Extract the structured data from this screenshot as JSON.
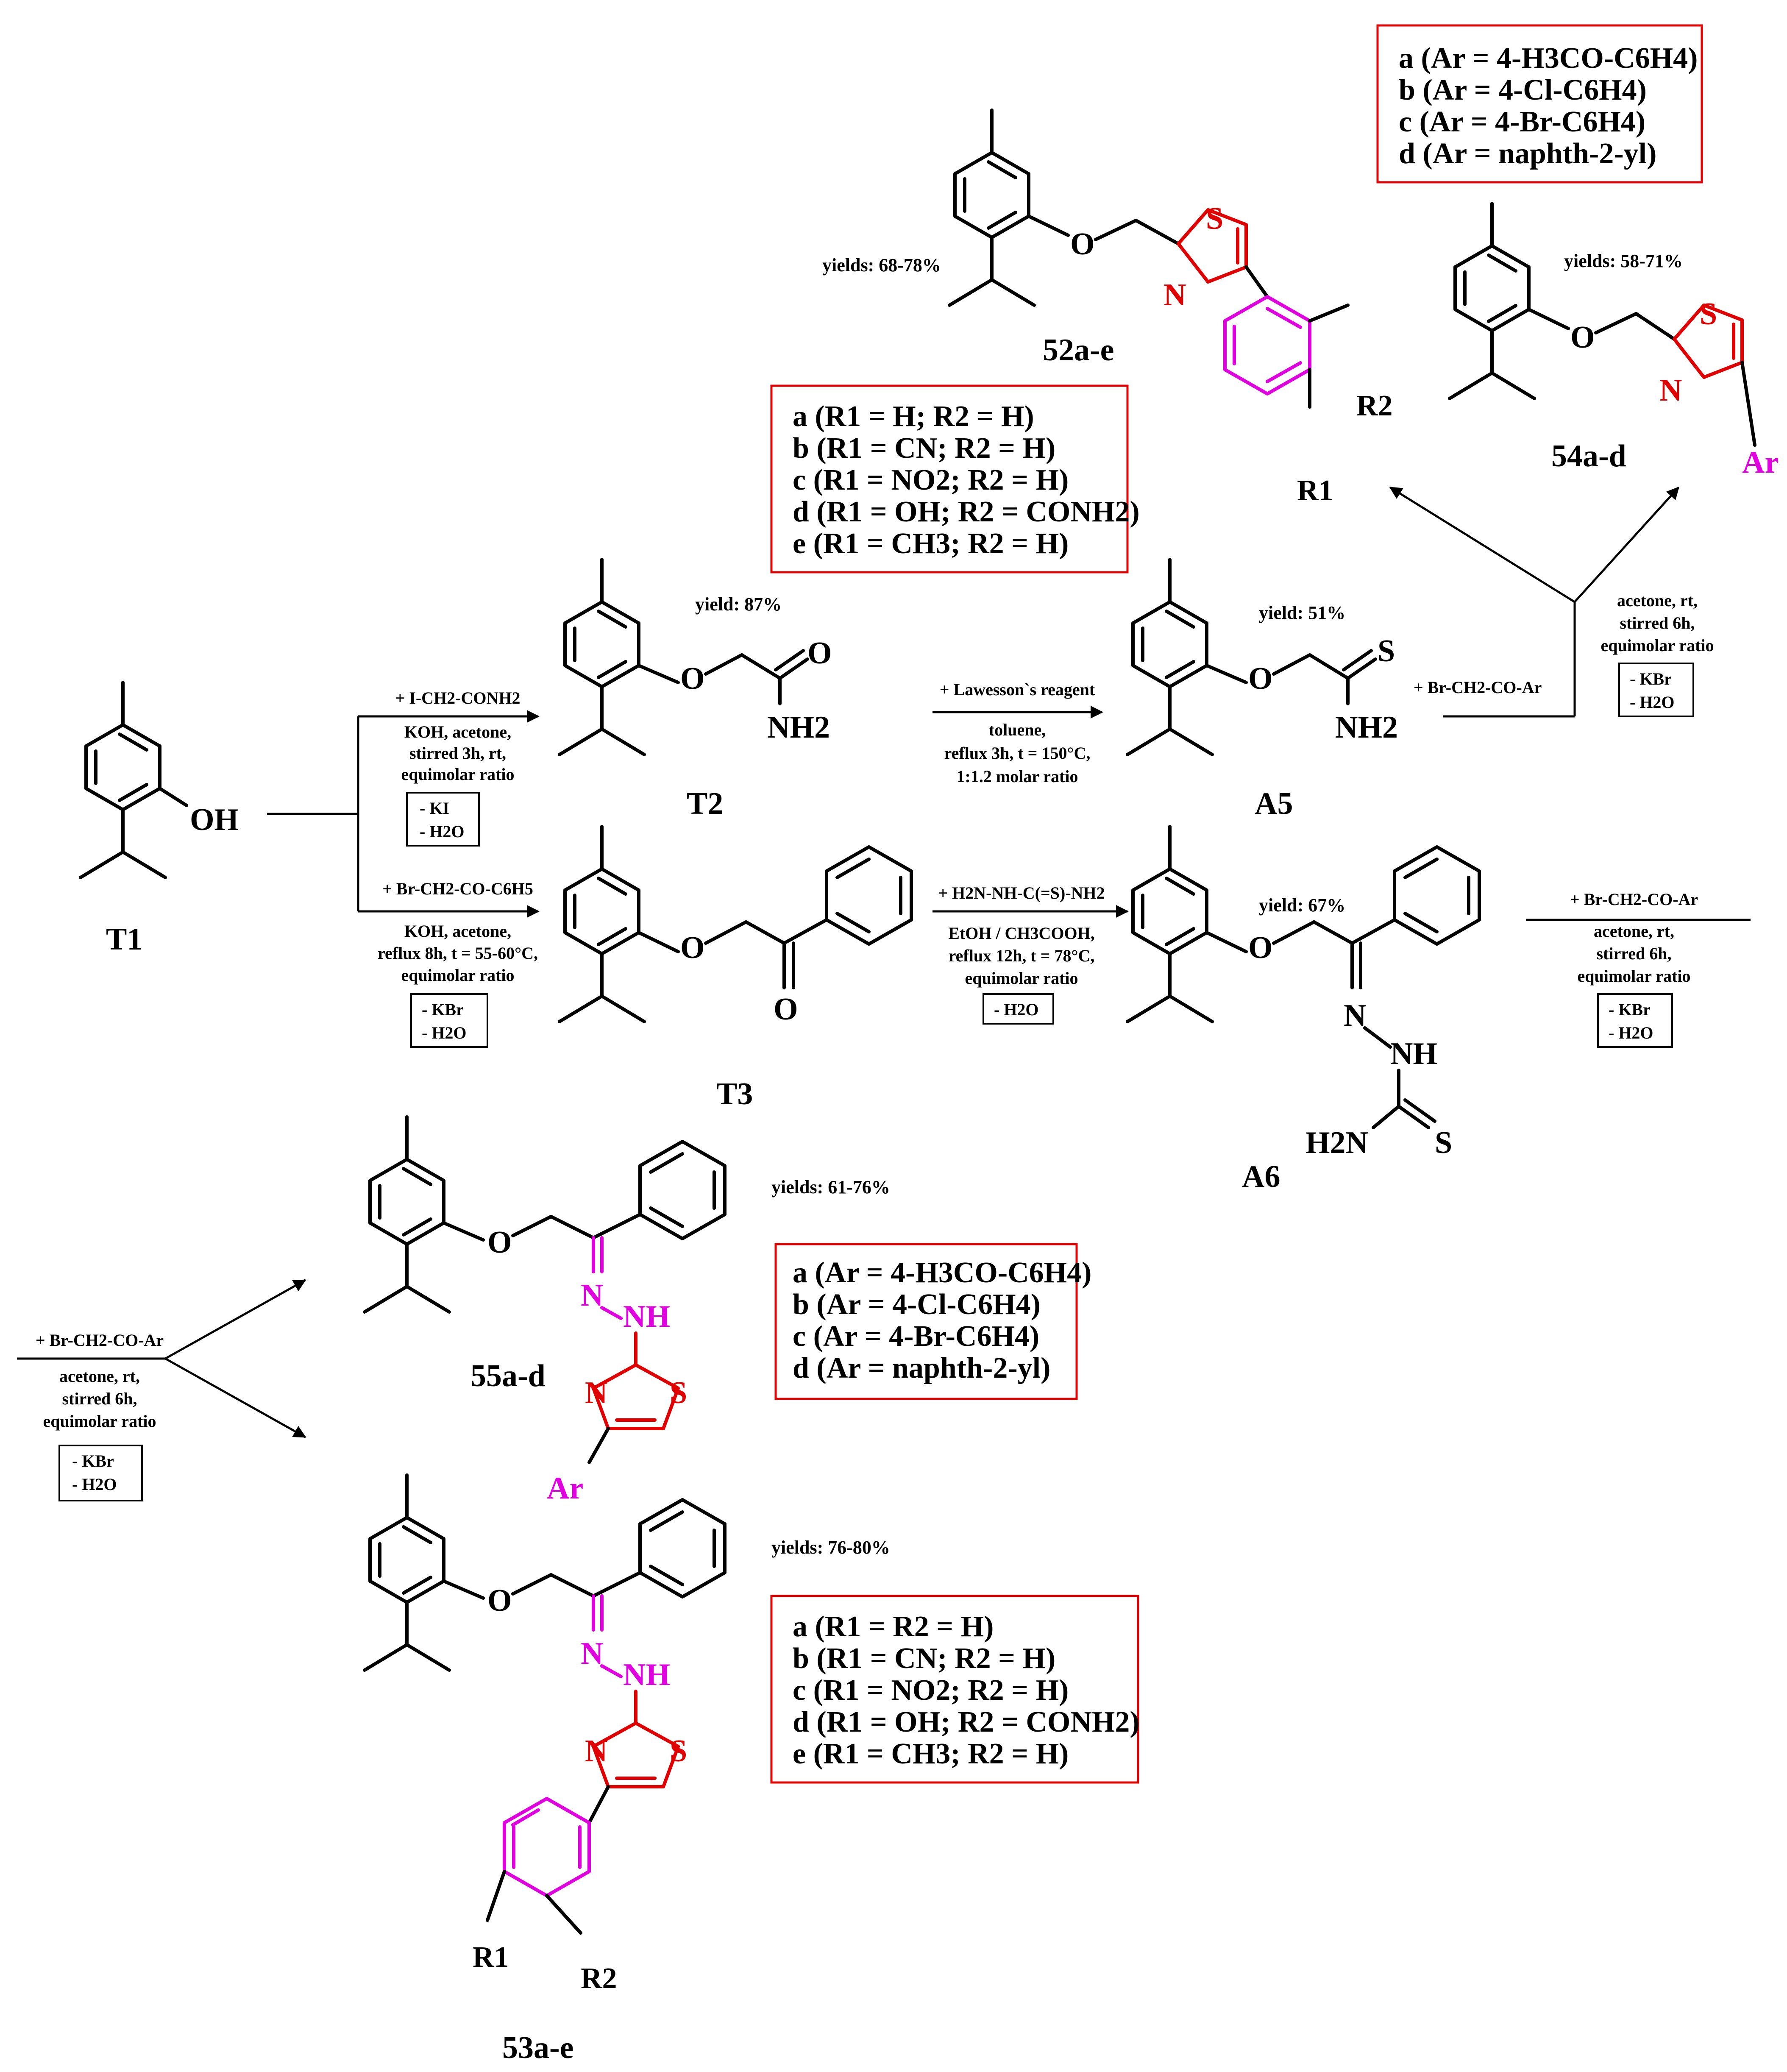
{
  "colors": {
    "bonds": "#000000",
    "thiazole": "#e00000",
    "aryl": "#e000e0",
    "box_border": "#e00000"
  },
  "compounds": {
    "t1": {
      "label": "T1",
      "oh": "OH"
    },
    "t2": {
      "label": "T2",
      "yield": "yield: 87%",
      "o": "O",
      "co": "O",
      "nh2": "NH2"
    },
    "t3": {
      "label": "T3",
      "o": "O",
      "co": "O"
    },
    "a5": {
      "label": "A5",
      "yield": "yield: 51%",
      "o": "O",
      "s": "S",
      "nh2": "NH2"
    },
    "a6": {
      "label": "A6",
      "yield": "yield: 67%",
      "o": "O",
      "n": "N",
      "nh": "NH",
      "h2n": "H2N",
      "s": "S"
    },
    "c52": {
      "label": "52a-e",
      "yield": "yields: 68-78%",
      "o": "O",
      "s": "S",
      "n": "N",
      "r1": "R1",
      "r2": "R2"
    },
    "c54": {
      "label": "54a-d",
      "yield": "yields: 58-71%",
      "o": "O",
      "s": "S",
      "n": "N",
      "ar": "Ar"
    },
    "c55": {
      "label": "55a-d",
      "yield": "yields: 61-76%",
      "o": "O",
      "n": "N",
      "nh": "NH",
      "tn": "N",
      "ts": "S",
      "ar": "Ar"
    },
    "c53": {
      "label": "53a-e",
      "yield": "yields: 76-80%",
      "o": "O",
      "n": "N",
      "nh": "NH",
      "tn": "N",
      "ts": "S",
      "r1": "R1",
      "r2": "R2"
    }
  },
  "reactions": {
    "r1": {
      "reagent": "+ I-CH2-CONH2",
      "lines": [
        "KOH, acetone,",
        "stirred 3h, rt,",
        "equimolar ratio"
      ],
      "byproducts": [
        "- KI",
        "- H2O"
      ]
    },
    "r2": {
      "reagent": "+ Br-CH2-CO-C6H5",
      "lines": [
        "KOH, acetone,",
        "reflux 8h, t = 55-60°C,",
        "equimolar ratio"
      ],
      "byproducts": [
        "- KBr",
        "- H2O"
      ]
    },
    "r3": {
      "reagent": "+ Lawesson`s reagent",
      "lines": [
        "toluene,",
        "reflux 3h, t = 150°C,",
        "1:1.2 molar ratio"
      ]
    },
    "r4": {
      "reagent": "+ H2N-NH-C(=S)-NH2",
      "lines": [
        "EtOH / CH3COOH,",
        "reflux 12h, t = 78°C,",
        "equimolar ratio"
      ],
      "byproducts": [
        "- H2O"
      ]
    },
    "r5": {
      "reagent": "+ Br-CH2-CO-Ar",
      "lines": [
        "acetone, rt,",
        "stirred 6h,",
        "equimolar ratio"
      ],
      "byproducts": [
        "- KBr",
        "- H2O"
      ]
    },
    "r6": {
      "reagent": "+ Br-CH2-CO-Ar",
      "lines": [
        "acetone, rt,",
        "stirred 6h,",
        "equimolar ratio"
      ],
      "byproducts": [
        "- KBr",
        "- H2O"
      ]
    },
    "r7": {
      "reagent": "+ Br-CH2-CO-Ar",
      "lines": [
        "acetone, rt,",
        "stirred 6h,",
        "equimolar ratio"
      ],
      "byproducts": [
        "- KBr",
        "- H2O"
      ]
    }
  },
  "substituents": {
    "ar_top": [
      "a (Ar = 4-H3CO-C6H4)",
      "b (Ar = 4-Cl-C6H4)",
      "c (Ar =  4-Br-C6H4)",
      "d (Ar = naphth-2-yl)"
    ],
    "r_52": [
      "a (R1 = H; R2 = H)",
      "b (R1 = CN; R2 = H)",
      "c (R1 = NO2; R2 = H)",
      "d (R1 = OH; R2 = CONH2)",
      "e (R1 = CH3; R2 = H)"
    ],
    "ar_55": [
      "a (Ar = 4-H3CO-C6H4)",
      "b (Ar = 4-Cl-C6H4)",
      "c (Ar =  4-Br-C6H4)",
      "d (Ar = naphth-2-yl)"
    ],
    "r_53": [
      "a (R1 = R2 = H)",
      "b (R1 = CN; R2 = H)",
      "c (R1 = NO2; R2 = H)",
      "d (R1 = OH; R2 = CONH2)",
      "e (R1 = CH3; R2 = H)"
    ]
  }
}
